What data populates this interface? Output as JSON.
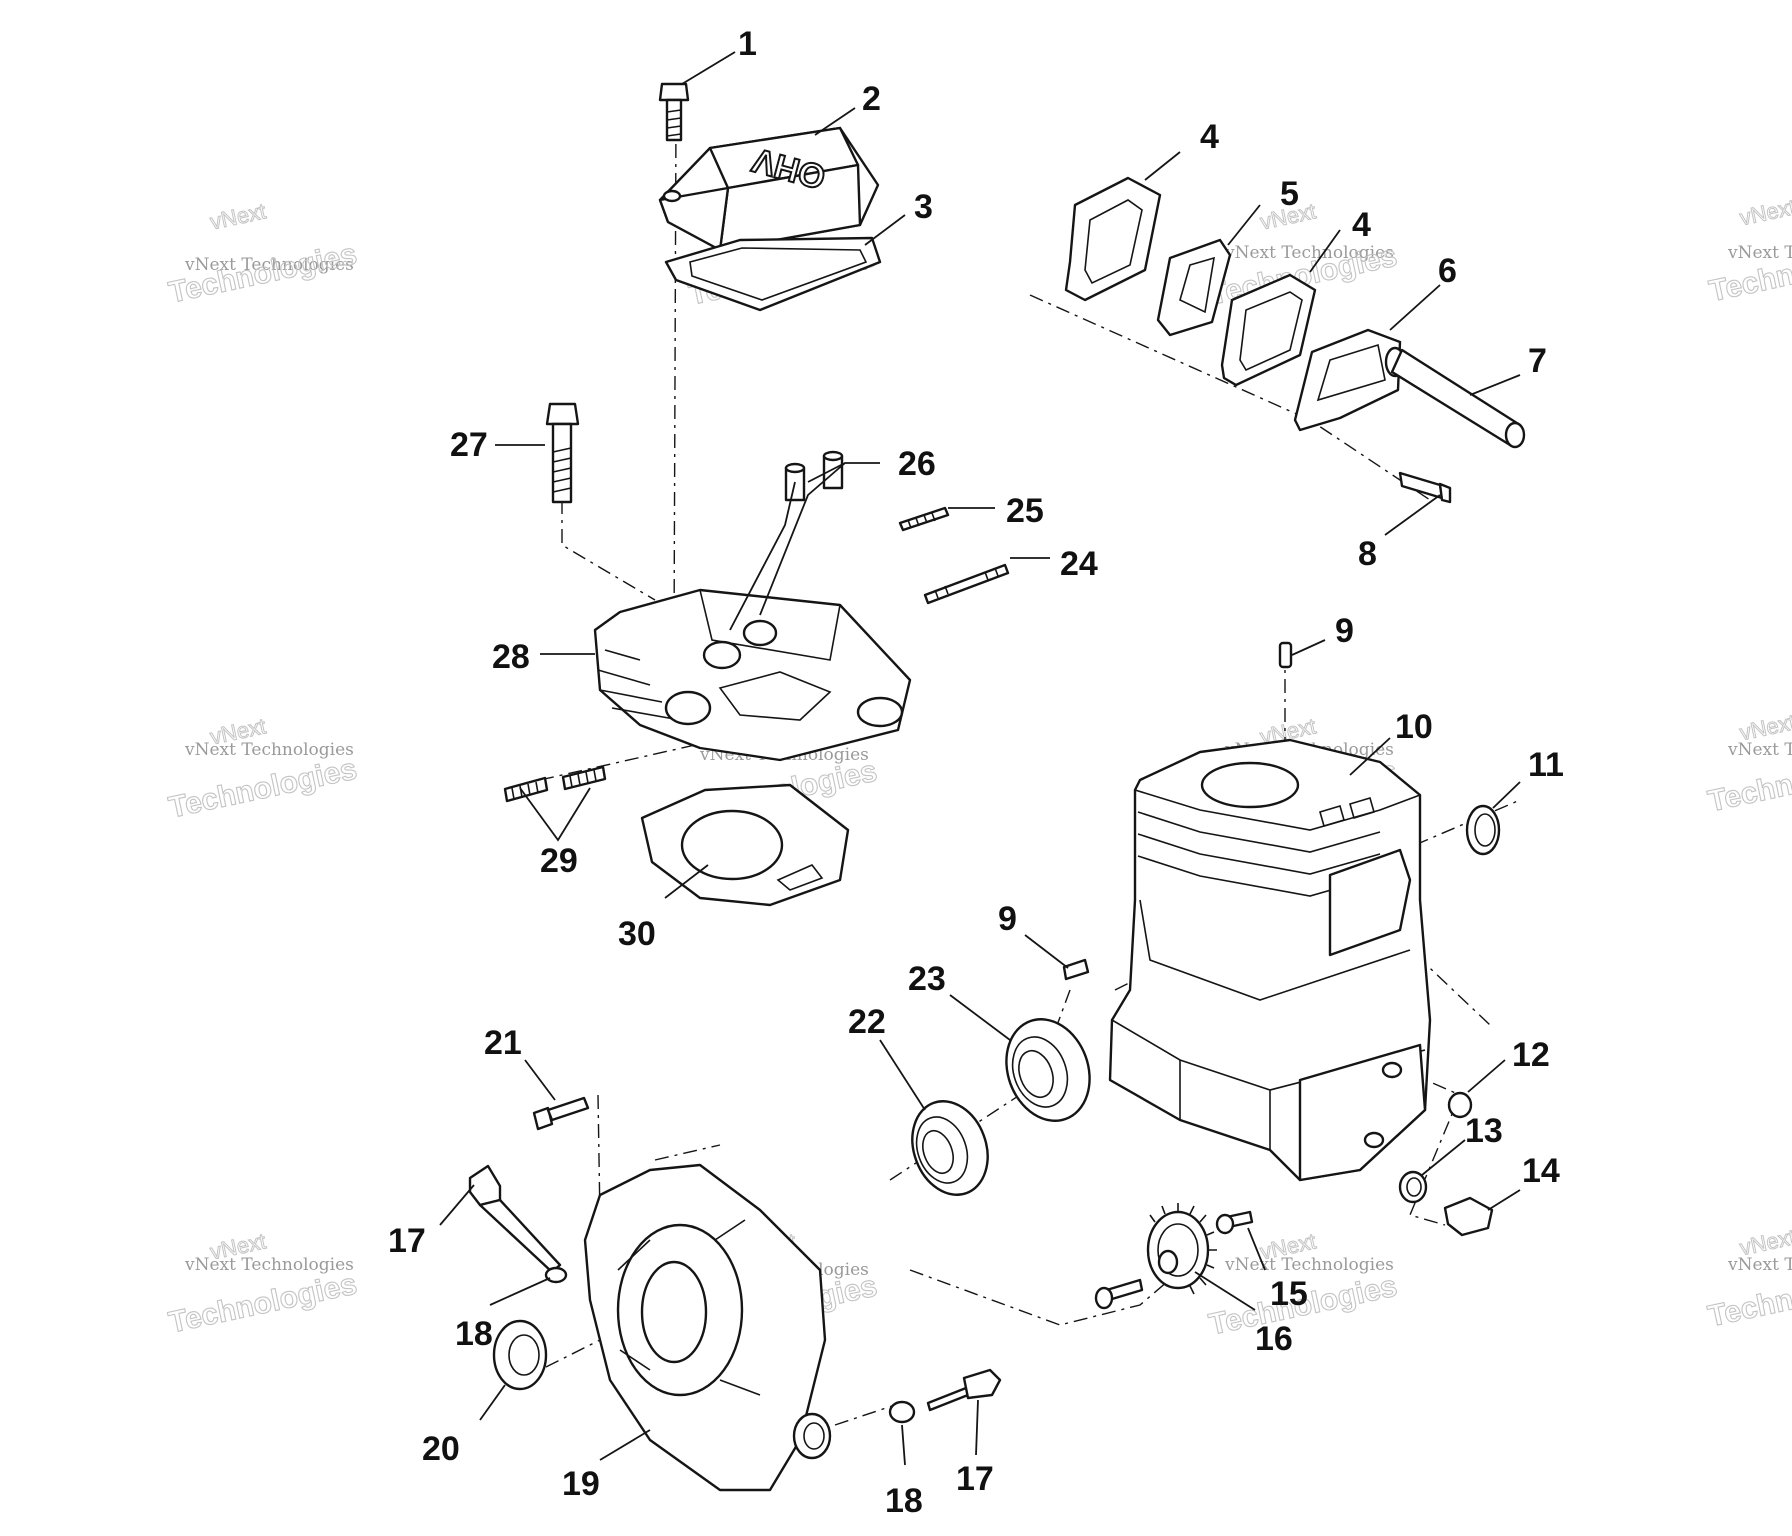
{
  "diagram": {
    "callouts": [
      "1",
      "2",
      "3",
      "4",
      "5",
      "4",
      "6",
      "7",
      "8",
      "27",
      "26",
      "25",
      "24",
      "28",
      "29",
      "30",
      "9",
      "10",
      "11",
      "9",
      "23",
      "22",
      "12",
      "13",
      "14",
      "21",
      "17",
      "18",
      "20",
      "19",
      "15",
      "16",
      "18",
      "17"
    ],
    "cover_embossed_text": "OHV",
    "watermark": {
      "line1": "vNext Technologies",
      "line2": "Technologies",
      "line3": "vNext"
    }
  }
}
